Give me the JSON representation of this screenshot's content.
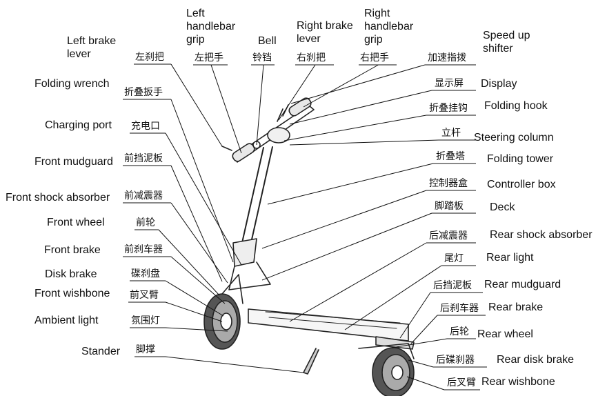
{
  "left_labels": [
    {
      "key": "left_brake_lever",
      "en": "Left brake\nlever",
      "zh": "左刹把"
    },
    {
      "key": "folding_wrench",
      "en": "Folding wrench",
      "zh": "折叠扳手"
    },
    {
      "key": "charging_port",
      "en": "Charging port",
      "zh": "充电口"
    },
    {
      "key": "front_mudguard",
      "en": "Front mudguard",
      "zh": "前挡泥板"
    },
    {
      "key": "front_shock",
      "en": "Front shock absorber",
      "zh": "前减震器"
    },
    {
      "key": "front_wheel",
      "en": "Front wheel",
      "zh": "前轮"
    },
    {
      "key": "front_brake",
      "en": "Front brake",
      "zh": "前刹车器"
    },
    {
      "key": "disk_brake",
      "en": "Disk brake",
      "zh": "碟刹盘"
    },
    {
      "key": "front_wishbone",
      "en": "Front wishbone",
      "zh": "前叉臂"
    },
    {
      "key": "ambient_light",
      "en": "Ambient light",
      "zh": "氛围灯"
    },
    {
      "key": "stander",
      "en": "Stander",
      "zh": "脚撑"
    }
  ],
  "top_labels": [
    {
      "key": "left_handlebar_grip",
      "en": "Left\nhandlebar\ngrip",
      "zh": "左把手"
    },
    {
      "key": "bell",
      "en": "Bell",
      "zh": "铃铛"
    },
    {
      "key": "right_brake_lever",
      "en": "Right brake\nlever",
      "zh": "右刹把"
    },
    {
      "key": "right_handlebar_grip",
      "en": "Right\nhandlebar\ngrip",
      "zh": "右把手"
    }
  ],
  "right_labels": [
    {
      "key": "speed_shifter",
      "en": "Speed up\nshifter",
      "zh": "加速指拨"
    },
    {
      "key": "display",
      "en": "Display",
      "zh": "显示屏"
    },
    {
      "key": "folding_hook",
      "en": "Folding hook",
      "zh": "折叠挂钩"
    },
    {
      "key": "steering_column",
      "en": "Steering column",
      "zh": "立杆"
    },
    {
      "key": "folding_tower",
      "en": "Folding tower",
      "zh": "折叠塔"
    },
    {
      "key": "controller_box",
      "en": "Controller box",
      "zh": "控制器盒"
    },
    {
      "key": "deck",
      "en": "Deck",
      "zh": "脚踏板"
    },
    {
      "key": "rear_shock",
      "en": "Rear shock absorber",
      "zh": "后减震器"
    },
    {
      "key": "rear_light",
      "en": "Rear light",
      "zh": "尾灯"
    },
    {
      "key": "rear_mudguard",
      "en": "Rear mudguard",
      "zh": "后挡泥板"
    },
    {
      "key": "rear_brake",
      "en": "Rear brake",
      "zh": "后刹车器"
    },
    {
      "key": "rear_wheel",
      "en": "Rear wheel",
      "zh": "后轮"
    },
    {
      "key": "rear_disk_brake",
      "en": "Rear disk brake",
      "zh": "后碟刹器"
    },
    {
      "key": "rear_wishbone",
      "en": "Rear wishbone",
      "zh": "后叉臂"
    }
  ]
}
